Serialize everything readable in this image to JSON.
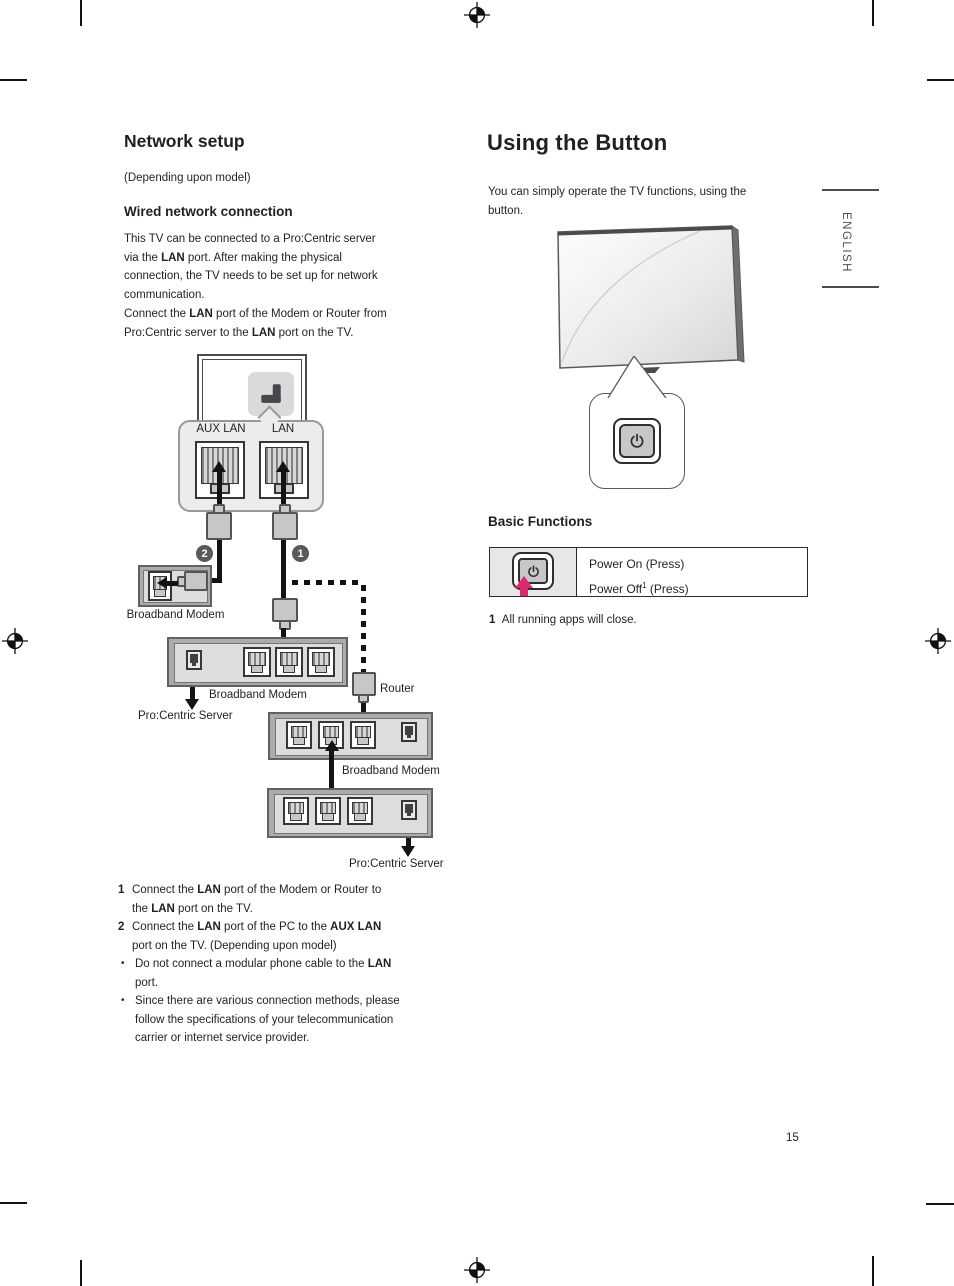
{
  "page": {
    "number": "15",
    "language_tab": "ENGLISH",
    "bullet_char": "•"
  },
  "network": {
    "title": "Network setup",
    "subtitle": "(Depending upon model)",
    "section_heading": "Wired network connection",
    "para1": [
      {
        "a": "This TV can be connected to a Pro:Centric server",
        "b": "",
        "c": ""
      },
      {
        "a": "via the ",
        "b": "LAN",
        "c": " port. After making the physical"
      },
      {
        "a": "connection, the TV needs to be set up for network",
        "b": "",
        "c": ""
      },
      {
        "a": "communication.",
        "b": "",
        "c": ""
      }
    ],
    "para2": [
      {
        "a": "Connect the ",
        "b": "LAN",
        "c": " port of the Modem or Router from"
      },
      {
        "a": "Pro:Centric server to the ",
        "b": "LAN",
        "c": " port on the TV."
      }
    ],
    "steps": [
      {
        "num": "1",
        "lines": [
          {
            "a": "Connect the ",
            "b": "LAN",
            "c": " port of the Modem or Router to",
            "d": "",
            "e": ""
          },
          {
            "a": "the ",
            "b": "LAN",
            "c": " port on the TV.",
            "d": "",
            "e": ""
          }
        ]
      },
      {
        "num": "2",
        "lines": [
          {
            "a": "Connect the ",
            "b": "LAN",
            "c": " port of the PC to the ",
            "d": "AUX LAN",
            "e": ""
          },
          {
            "a": "port on the TV. (Depending upon model)",
            "b": "",
            "c": "",
            "d": "",
            "e": ""
          }
        ]
      }
    ],
    "bullets": [
      {
        "lines": [
          {
            "a": "Do not connect a modular phone cable to the ",
            "b": "LAN",
            "c": ""
          },
          {
            "a": "port.",
            "b": "",
            "c": ""
          }
        ]
      },
      {
        "lines": [
          {
            "a": "Since there are various connection methods, please",
            "b": "",
            "c": ""
          },
          {
            "a": "follow the specifications of your telecommunication",
            "b": "",
            "c": ""
          },
          {
            "a": "carrier or internet service provider.",
            "b": "",
            "c": ""
          }
        ]
      }
    ],
    "diagram": {
      "aux_lan_label": "AUX LAN",
      "lan_label": "LAN",
      "badge_1": "1",
      "badge_2": "2",
      "modem_left_label": "Broadband Modem",
      "modem_mid_label": "Broadband Modem",
      "server_left_label": "Pro:Centric Server",
      "router_label": "Router",
      "modem_bottom_label": "Broadband Modem",
      "server_bottom_label": "Pro:Centric Server"
    }
  },
  "button_section": {
    "title": "Using the Button",
    "intro": [
      {
        "a": "You can simply operate the TV functions, using the"
      },
      {
        "a": "button."
      }
    ],
    "basic_heading": "Basic Functions",
    "table": {
      "row1": "Power On (Press)",
      "row2_pre": "Power Off",
      "row2_sup": "1",
      "row2_post": " (Press)"
    },
    "footnote_num": "1",
    "footnote_text": "All running apps will close."
  },
  "colors": {
    "accent_arrow": "#dc2a70",
    "text_color": "#231f20"
  }
}
